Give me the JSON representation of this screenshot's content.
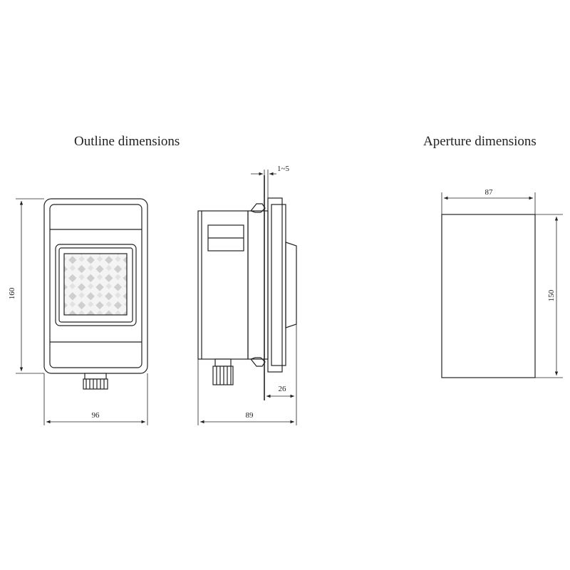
{
  "titles": {
    "outline": "Outline dimensions",
    "aperture": "Aperture dimensions"
  },
  "dimensions": {
    "front_height": "160",
    "front_width": "96",
    "side_depth": "89",
    "side_protrusion": "26",
    "panel_thickness": "1~5",
    "aperture_width": "87",
    "aperture_height": "150"
  },
  "colors": {
    "line": "#222222",
    "lens_glass": "#dcdcdc"
  }
}
